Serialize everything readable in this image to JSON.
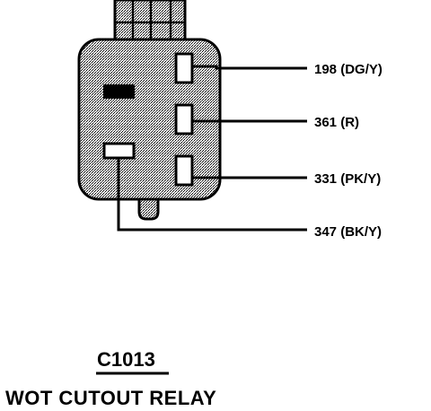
{
  "connector": {
    "id": "C1013",
    "component_name": "WOT CUTOUT RELAY"
  },
  "wires": [
    {
      "circuit": "198",
      "color": "(DG/Y)"
    },
    {
      "circuit": "361",
      "color": "(R)"
    },
    {
      "circuit": "331",
      "color": "(PK/Y)"
    },
    {
      "circuit": "347",
      "color": "(BK/Y)"
    }
  ]
}
